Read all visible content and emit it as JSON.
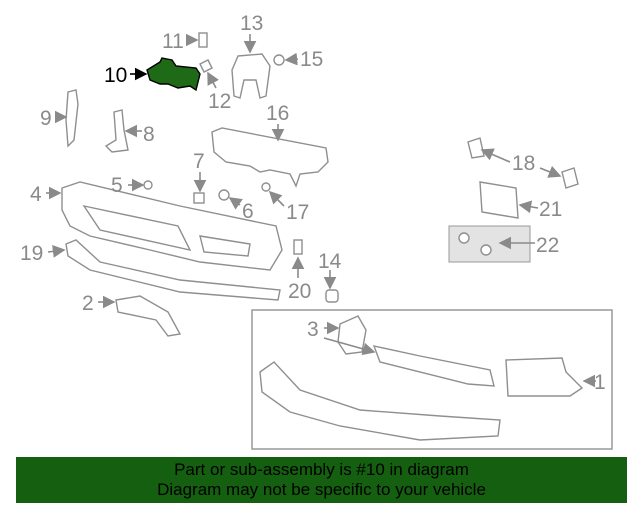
{
  "diagram": {
    "highlighted_part": "10",
    "highlight_color": "#1e6a16",
    "labels": [
      "1",
      "2",
      "3",
      "4",
      "5",
      "6",
      "7",
      "8",
      "9",
      "10",
      "11",
      "12",
      "13",
      "14",
      "15",
      "16",
      "17",
      "18",
      "19",
      "20",
      "21",
      "22"
    ]
  },
  "banner": {
    "line1": "Part or sub-assembly is #10 in diagram",
    "line2": "Diagram may not be specific to your vehicle",
    "background": "#156010"
  }
}
